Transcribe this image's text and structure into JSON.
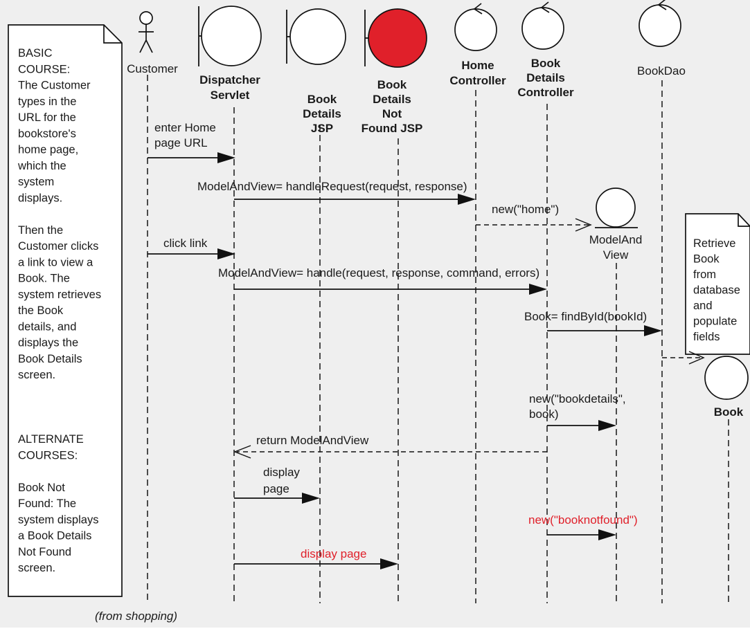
{
  "diagram": {
    "actors": {
      "customer": "Customer",
      "dispatcher": [
        "Dispatcher",
        "Servlet"
      ],
      "book_details_jsp": [
        "Book",
        "Details",
        "JSP"
      ],
      "not_found_jsp": [
        "Book",
        "Details",
        "Not",
        "Found JSP"
      ],
      "home_controller": [
        "Home",
        "Controller"
      ],
      "book_details_controller": [
        "Book",
        "Details",
        "Controller"
      ],
      "book_dao": "BookDao",
      "model_and_view": [
        "ModelAnd",
        "View"
      ],
      "book": "Book"
    },
    "course_note": [
      "BASIC",
      "COURSE:",
      "The Customer",
      "types in the",
      "URL for the",
      "bookstore's",
      "home page,",
      "which the",
      "system",
      "displays.",
      "",
      "Then the",
      "Customer clicks",
      "a link to view a",
      "Book. The",
      "system retrieves",
      "the Book",
      "details, and",
      "displays the",
      "Book Details",
      "screen.",
      "",
      "",
      "",
      "ALTERNATE",
      "COURSES:",
      "",
      "Book Not",
      "Found: The",
      "system displays",
      "a Book Details",
      "Not Found",
      "screen."
    ],
    "dao_note": [
      "Retrieve",
      "Book",
      "from",
      "database",
      "and",
      "populate",
      "fields"
    ],
    "messages": {
      "enter_home": [
        "enter Home",
        "page URL"
      ],
      "handle_request": "ModelAndView= handleRequest(request, response)",
      "new_home": "new(\"home\")",
      "click_link": "click link",
      "handle": "ModelAndView= handle(request, response, command, errors)",
      "find_by_id": "Book= findById(bookId)",
      "new_bookdetails": [
        "new(\"bookdetails\",",
        "book)"
      ],
      "return_mav": "return ModelAndView",
      "display_page": [
        "display",
        "page"
      ],
      "new_booknotfound": "new(\"booknotfound\")",
      "display_page_red": "display page"
    },
    "footer": "(from shopping)",
    "colors": {
      "accent_red": "#e0202a",
      "line": "#111111",
      "canvas": "#efefef"
    }
  }
}
